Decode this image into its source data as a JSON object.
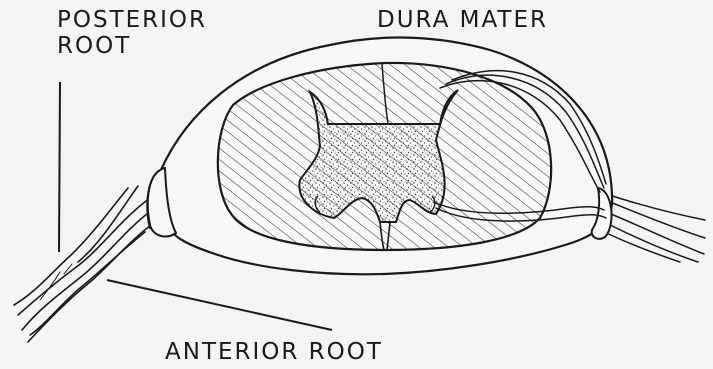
{
  "labels": {
    "posterior_line1": "POSTERIOR",
    "posterior_line2": "ROOT",
    "dura": "DURA MATER",
    "anterior": "ANTERIOR ROOT"
  },
  "colors": {
    "paper": "#f4f4f2",
    "ink": "#1a1a1a",
    "hatch": "#3a3a3a"
  }
}
